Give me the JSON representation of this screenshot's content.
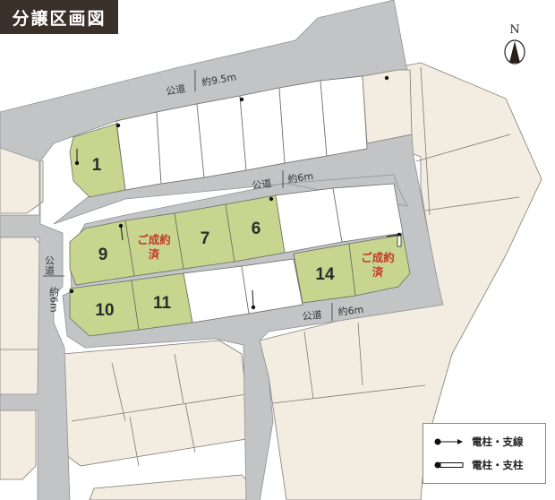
{
  "header": {
    "title": "分譲区画図"
  },
  "compass": {
    "label": "N",
    "icon": "north-arrow-icon"
  },
  "roads": [
    {
      "id": "north-road",
      "label": "公道",
      "width": "約9.5m"
    },
    {
      "id": "middle-road",
      "label": "公道",
      "width": "約6m"
    },
    {
      "id": "south-road",
      "label": "公道",
      "width": "約6m"
    },
    {
      "id": "west-road",
      "label": "公道",
      "width": "約6m"
    }
  ],
  "lots": [
    {
      "number": "1",
      "status": "available"
    },
    {
      "number": "9",
      "status": "available"
    },
    {
      "number": "",
      "status": "sold",
      "sold_label_1": "ご成約",
      "sold_label_2": "済"
    },
    {
      "number": "7",
      "status": "available"
    },
    {
      "number": "6",
      "status": "available"
    },
    {
      "number": "10",
      "status": "available"
    },
    {
      "number": "11",
      "status": "available"
    },
    {
      "number": "14",
      "status": "available"
    },
    {
      "number": "",
      "status": "sold",
      "sold_label_1": "ご成約",
      "sold_label_2": "済"
    }
  ],
  "legend": {
    "items": [
      {
        "icon": "pole-guy-wire-icon",
        "label": "電柱・支線"
      },
      {
        "icon": "pole-support-icon",
        "label": "電柱・支柱"
      }
    ]
  },
  "colors": {
    "available_lot": "#c8d58f",
    "sold_text": "#c03a28",
    "road": "#c2c4c6",
    "other_lot": "#f3ece0",
    "title_bg": "#3a302a"
  }
}
